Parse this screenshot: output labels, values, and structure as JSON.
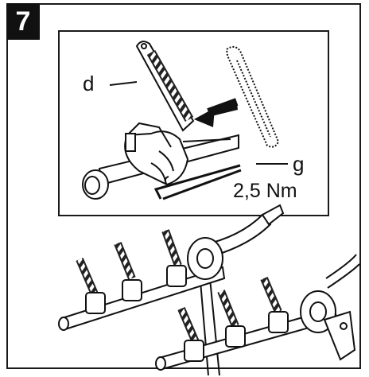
{
  "step": {
    "number": "7"
  },
  "detail": {
    "label_d": "d",
    "label_g": "g",
    "torque": "2,5 Nm"
  },
  "icons": {
    "direction_arrow": "arrow-left-icon",
    "wrench": "hex-key-icon"
  },
  "colors": {
    "ink": "#111111",
    "paper": "#ffffff"
  }
}
